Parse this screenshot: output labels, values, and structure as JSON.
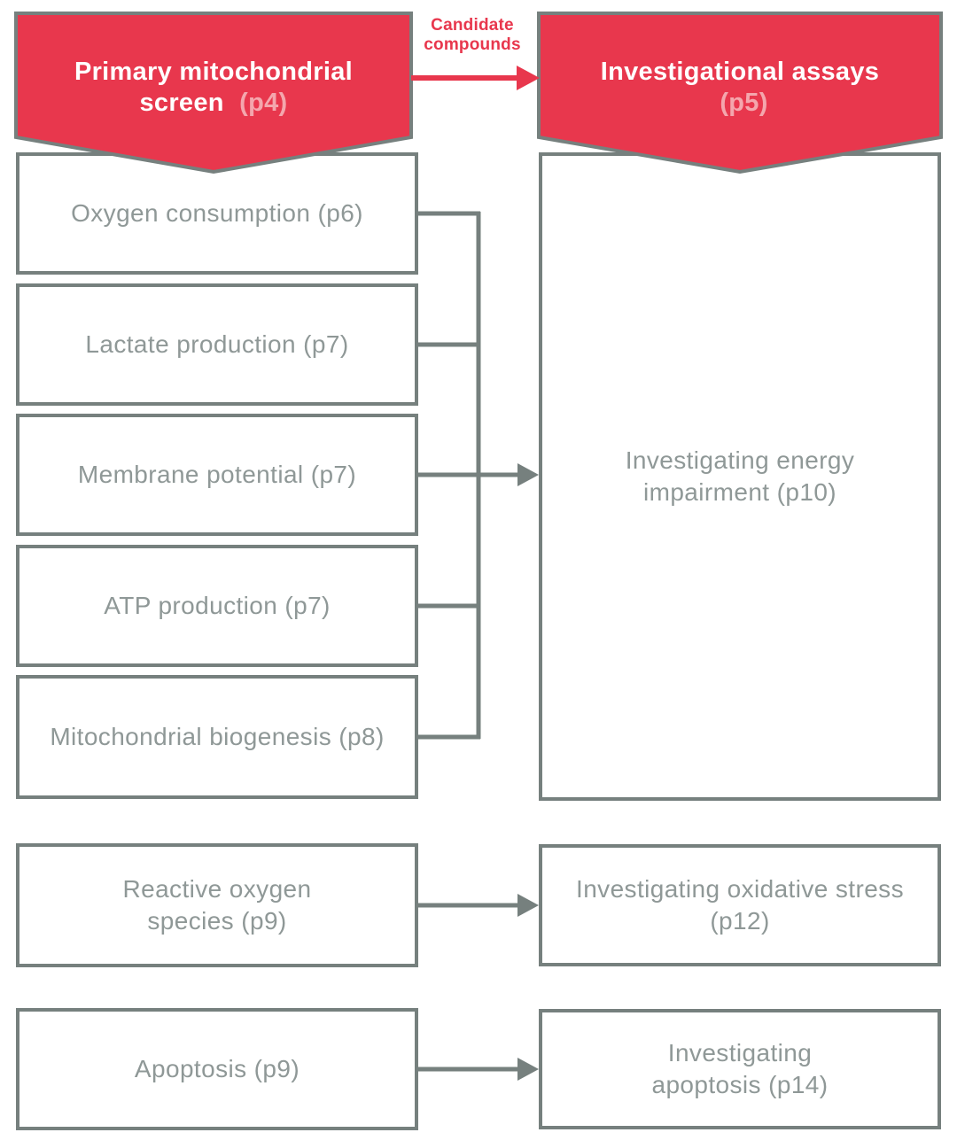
{
  "colors": {
    "accent_red": "#e8374d",
    "page_pink": "#f4a6ad",
    "line_gray": "#76807e",
    "text_gray": "#8f9897"
  },
  "flow": {
    "primary_banner": {
      "title": "Primary mitochondrial screen",
      "page_ref": "(p4)"
    },
    "assays_banner": {
      "title": "Investigational assays",
      "page_ref": "(p5)"
    },
    "candidate_arrow": {
      "label": "Candidate compounds"
    },
    "screens": [
      {
        "label": "Oxygen consumption (p6)"
      },
      {
        "label": "Lactate production (p7)"
      },
      {
        "label": "Membrane potential (p7)"
      },
      {
        "label": "ATP production (p7)"
      },
      {
        "label": "Mitochondrial biogenesis (p8)"
      }
    ],
    "assays": [
      {
        "label": "Investigating energy impairment (p10)"
      },
      {
        "label": "Investigating oxidative stress (p12)"
      },
      {
        "label": "Investigating apoptosis (p14)"
      }
    ]
  }
}
